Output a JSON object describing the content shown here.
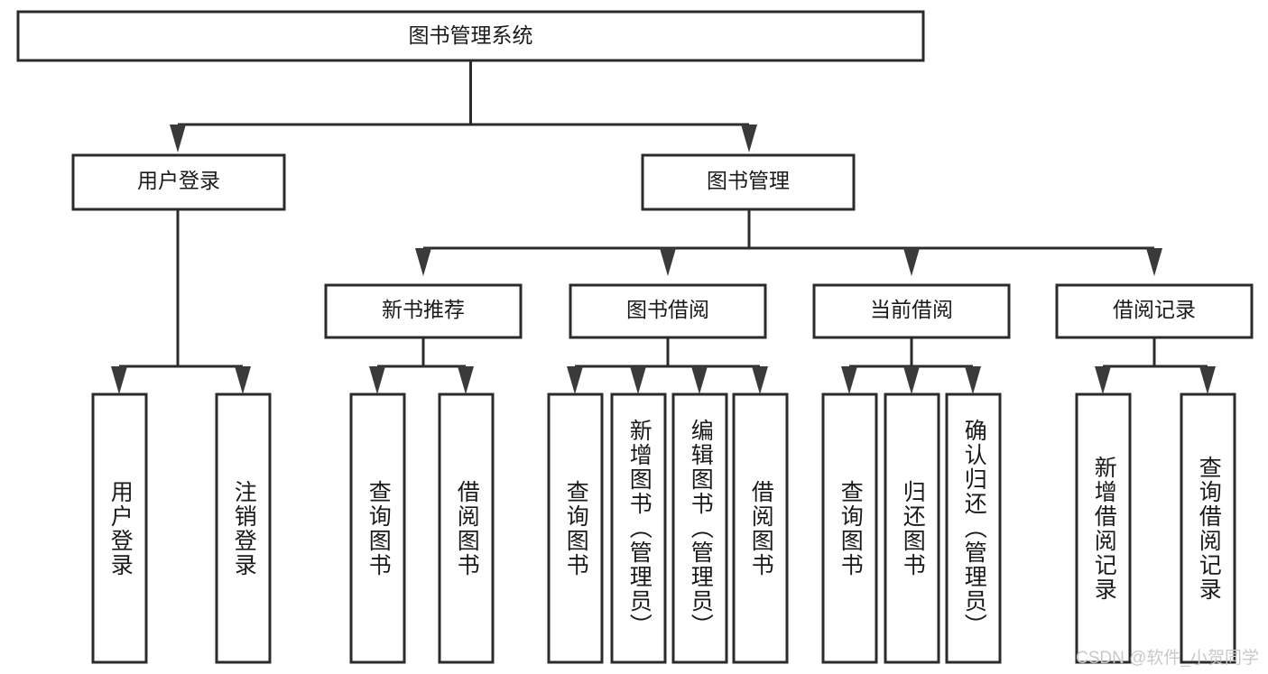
{
  "diagram": {
    "type": "tree-hierarchy-diagram",
    "title_node": "图书管理系统",
    "background_color": "#ffffff",
    "line_color": "#2b2b2b",
    "text_color": "#1a1a1a",
    "levels": 4,
    "nodes": {
      "root": {
        "label": "图书管理系统",
        "level": 0,
        "orientation": "horizontal"
      },
      "l1": [
        {
          "id": "user-login",
          "label": "用户登录",
          "level": 1,
          "orientation": "horizontal"
        },
        {
          "id": "book-management",
          "label": "图书管理",
          "level": 1,
          "orientation": "horizontal"
        }
      ],
      "l2": [
        {
          "id": "new-book-recommend",
          "label": "新书推荐",
          "level": 2,
          "orientation": "horizontal",
          "parent": "book-management"
        },
        {
          "id": "book-borrow",
          "label": "图书借阅",
          "level": 2,
          "orientation": "horizontal",
          "parent": "book-management"
        },
        {
          "id": "current-borrow",
          "label": "当前借阅",
          "level": 2,
          "orientation": "horizontal",
          "parent": "book-management"
        },
        {
          "id": "borrow-record",
          "label": "借阅记录",
          "level": 2,
          "orientation": "horizontal",
          "parent": "book-management"
        }
      ],
      "leaves": [
        {
          "id": "leaf-user-login",
          "label": "用户登录",
          "parent": "user-login",
          "orientation": "vertical"
        },
        {
          "id": "leaf-user-logout",
          "label": "注销登录",
          "parent": "user-login",
          "orientation": "vertical"
        },
        {
          "id": "leaf-query-book-1",
          "label": "查询图书",
          "parent": "new-book-recommend",
          "orientation": "vertical"
        },
        {
          "id": "leaf-borrow-book-1",
          "label": "借阅图书",
          "parent": "new-book-recommend",
          "orientation": "vertical"
        },
        {
          "id": "leaf-query-book-2",
          "label": "查询图书",
          "parent": "book-borrow",
          "orientation": "vertical"
        },
        {
          "id": "leaf-add-book",
          "label": "新增图书（管理员）",
          "parent": "book-borrow",
          "orientation": "vertical"
        },
        {
          "id": "leaf-edit-book",
          "label": "编辑图书（管理员）",
          "parent": "book-borrow",
          "orientation": "vertical"
        },
        {
          "id": "leaf-borrow-book-2",
          "label": "借阅图书",
          "parent": "book-borrow",
          "orientation": "vertical"
        },
        {
          "id": "leaf-query-book-3",
          "label": "查询图书",
          "parent": "current-borrow",
          "orientation": "vertical"
        },
        {
          "id": "leaf-return-book",
          "label": "归还图书",
          "parent": "current-borrow",
          "orientation": "vertical"
        },
        {
          "id": "leaf-confirm-return",
          "label": "确认归还（管理员）",
          "parent": "current-borrow",
          "orientation": "vertical"
        },
        {
          "id": "leaf-add-record",
          "label": "新增借阅记录",
          "parent": "borrow-record",
          "orientation": "vertical"
        },
        {
          "id": "leaf-query-record",
          "label": "查询借阅记录",
          "parent": "borrow-record",
          "orientation": "vertical"
        }
      ]
    }
  },
  "watermark": {
    "text": "CSDN @软件_小贺同学",
    "color": "#c9c9c9"
  }
}
